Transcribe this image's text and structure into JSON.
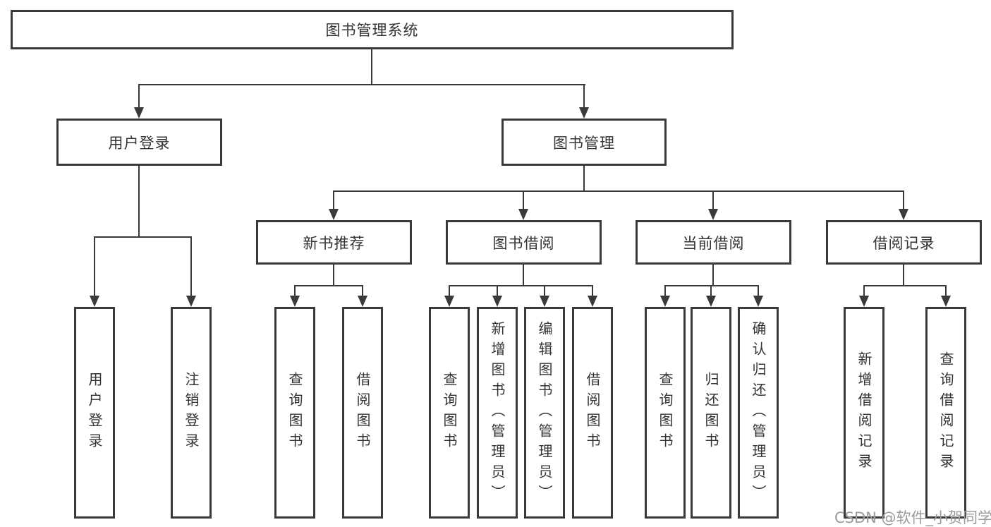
{
  "tree": {
    "root": {
      "label": "图书管理系统"
    },
    "level2": [
      {
        "id": "user-login",
        "label": "用户登录"
      },
      {
        "id": "book-management",
        "label": "图书管理"
      }
    ],
    "level3": [
      {
        "id": "new-book-recommend",
        "parent": "图书管理",
        "label": "新书推荐"
      },
      {
        "id": "book-borrowing",
        "parent": "图书管理",
        "label": "图书借阅"
      },
      {
        "id": "current-borrowing",
        "parent": "图书管理",
        "label": "当前借阅"
      },
      {
        "id": "borrowing-records",
        "parent": "图书管理",
        "label": "借阅记录"
      }
    ],
    "leaves": [
      {
        "parent": "用户登录",
        "label": "用户登录"
      },
      {
        "parent": "用户登录",
        "label": "注销登录"
      },
      {
        "parent": "新书推荐",
        "label": "查询图书"
      },
      {
        "parent": "新书推荐",
        "label": "借阅图书"
      },
      {
        "parent": "图书借阅",
        "label": "查询图书"
      },
      {
        "parent": "图书借阅",
        "label": "新增图书（管理员）"
      },
      {
        "parent": "图书借阅",
        "label": "编辑图书（管理员）"
      },
      {
        "parent": "图书借阅",
        "label": "借阅图书"
      },
      {
        "parent": "当前借阅",
        "label": "查询图书"
      },
      {
        "parent": "当前借阅",
        "label": "归还图书"
      },
      {
        "parent": "当前借阅",
        "label": "确认归还（管理员）"
      },
      {
        "parent": "借阅记录",
        "label": "新增借阅记录"
      },
      {
        "parent": "借阅记录",
        "label": "查询借阅记录"
      }
    ]
  },
  "watermark": "CSDN @软件_小贺同学",
  "colors": {
    "line": "#3a3a3a",
    "text": "#333333",
    "watermark": "#9b9b9b",
    "background": "#ffffff"
  }
}
